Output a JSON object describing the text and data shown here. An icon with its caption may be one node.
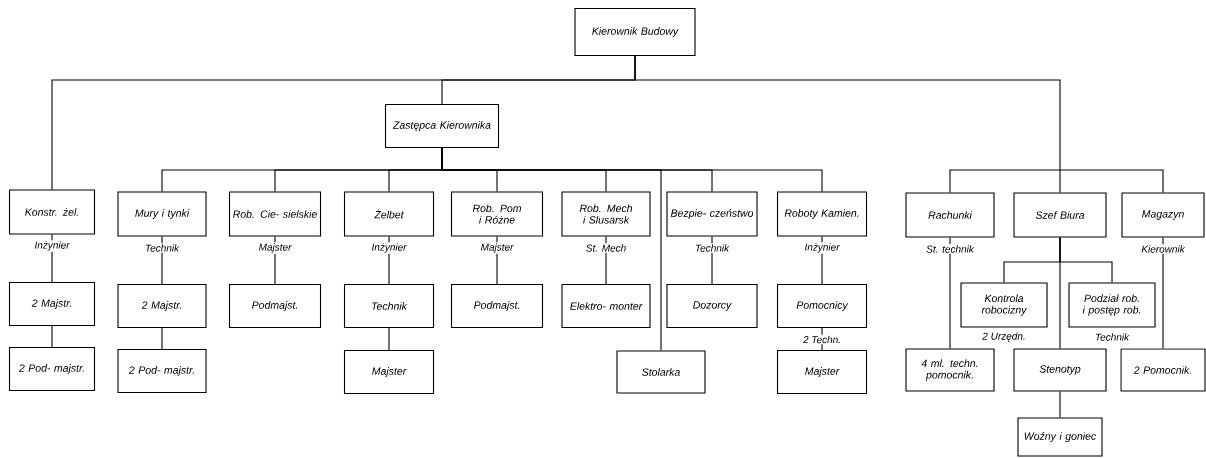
{
  "diagram": {
    "nodes": [
      {
        "text": [
          "Kierownik Budowy"
        ]
      },
      {
        "text": [
          "Konstr. żel."
        ]
      },
      {
        "text": [
          "2 Majstr."
        ]
      },
      {
        "text": [
          "2 Pod- majstr."
        ]
      },
      {
        "text": [
          "Zastępca Kierownika"
        ]
      },
      {
        "text": [
          "Mury i tynki"
        ]
      },
      {
        "text": [
          "2 Majstr."
        ]
      },
      {
        "text": [
          "2 Pod- majstr."
        ]
      },
      {
        "text": [
          "Rob. Cie- sielskie"
        ]
      },
      {
        "text": [
          "Podmajst."
        ]
      },
      {
        "text": [
          "Żelbet"
        ]
      },
      {
        "text": [
          "Technik"
        ]
      },
      {
        "text": [
          "Majster"
        ]
      },
      {
        "text": [
          "Rob. Pom i Różne"
        ]
      },
      {
        "text": [
          "Podmajst."
        ]
      },
      {
        "text": [
          "Rob. Mech i Slusarsk"
        ]
      },
      {
        "text": [
          "Elektro- monter"
        ]
      },
      {
        "text": [
          "Stolarka"
        ]
      },
      {
        "text": [
          "Bezpie- czeństwo"
        ]
      },
      {
        "text": [
          "Dozorcy"
        ]
      },
      {
        "text": [
          "Roboty Kamien."
        ]
      },
      {
        "text": [
          "Pomocnicy"
        ]
      },
      {
        "text": [
          "Majster"
        ]
      },
      {
        "text": [
          "Rachunki"
        ]
      },
      {
        "text": [
          "Szef Biura"
        ]
      },
      {
        "text": [
          "Magazyn"
        ]
      },
      {
        "text": [
          "Kontrola robocizny"
        ],
        "beside": [
          "2 Urzędn."
        ]
      },
      {
        "text": [
          "Podział rob. i postęp rob."
        ],
        "beside": [
          "Technik"
        ]
      },
      {
        "text": [
          "4 ml. techn. pomocnik."
        ]
      },
      {
        "text": [
          "Stenotyp"
        ]
      },
      {
        "text": [
          "2 Pomocnik."
        ]
      },
      {
        "text": [
          "Woźny i goniec"
        ]
      }
    ],
    "edges": [
      {
        "from": 0,
        "to": 1,
        "arrow": "none"
      },
      {
        "from": 0,
        "to": 4,
        "arrow": "none"
      },
      {
        "from": 0,
        "to": 23,
        "arrow": "none"
      },
      {
        "from": 0,
        "to": 24,
        "arrow": "none"
      },
      {
        "from": 0,
        "to": 25,
        "arrow": "none"
      },
      {
        "from": 1,
        "to": 2,
        "arrow": "none",
        "label": "Inżynier"
      },
      {
        "from": 2,
        "to": 3,
        "arrow": "none"
      },
      {
        "from": 4,
        "to": 5,
        "arrow": "none"
      },
      {
        "from": 4,
        "to": 8,
        "arrow": "none"
      },
      {
        "from": 4,
        "to": 10,
        "arrow": "none"
      },
      {
        "from": 4,
        "to": 13,
        "arrow": "none"
      },
      {
        "from": 4,
        "to": 15,
        "arrow": "none"
      },
      {
        "from": 4,
        "to": 17,
        "arrow": "none"
      },
      {
        "from": 4,
        "to": 18,
        "arrow": "none"
      },
      {
        "from": 4,
        "to": 20,
        "arrow": "none"
      },
      {
        "from": 5,
        "to": 6,
        "arrow": "none",
        "label": "Technik"
      },
      {
        "from": 6,
        "to": 7,
        "arrow": "none"
      },
      {
        "from": 8,
        "to": 9,
        "arrow": "none",
        "label": "Majster"
      },
      {
        "from": 10,
        "to": 11,
        "arrow": "none",
        "label": "Inżynier"
      },
      {
        "from": 11,
        "to": 12,
        "arrow": "none"
      },
      {
        "from": 13,
        "to": 14,
        "arrow": "none",
        "label": "Majster"
      },
      {
        "from": 15,
        "to": 16,
        "arrow": "none",
        "label": "St. Mech"
      },
      {
        "from": 18,
        "to": 19,
        "arrow": "none",
        "label": "Technik"
      },
      {
        "from": 20,
        "to": 21,
        "arrow": "none",
        "label": "Inżynier"
      },
      {
        "from": 21,
        "to": 22,
        "arrow": "none",
        "label": "2 Techn."
      },
      {
        "from": 23,
        "to": 28,
        "arrow": "none",
        "label": "St. technik"
      },
      {
        "from": 24,
        "to": 26,
        "arrow": "none"
      },
      {
        "from": 24,
        "to": 27,
        "arrow": "none"
      },
      {
        "from": 24,
        "to": 29,
        "arrow": "none"
      },
      {
        "from": 25,
        "to": 30,
        "arrow": "none",
        "label": "Kierownik"
      },
      {
        "from": 29,
        "to": 31,
        "arrow": "none"
      }
    ]
  }
}
